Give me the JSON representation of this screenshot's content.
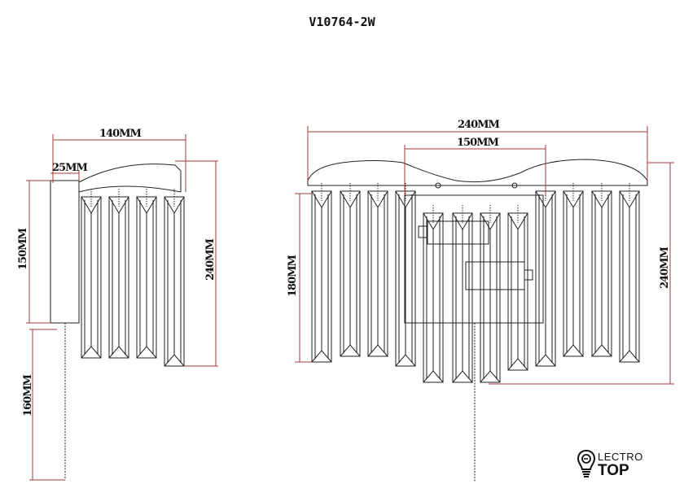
{
  "title": "V10764-2W",
  "side_view": {
    "width_label": "140MM",
    "depth_label": "25MM",
    "plate_height_label": "150MM",
    "total_height_label": "240MM",
    "chain_label": "160MM"
  },
  "front_view": {
    "width_label": "240MM",
    "plate_width_label": "150MM",
    "plate_height_label": "180MM",
    "total_height_label": "240MM"
  },
  "logo": {
    "line1": "LECTRO",
    "line2": "TOP",
    "icon": "lightbulb-e-icon"
  },
  "colors": {
    "dimension": "#a33a3a",
    "drawing": "#222222"
  }
}
